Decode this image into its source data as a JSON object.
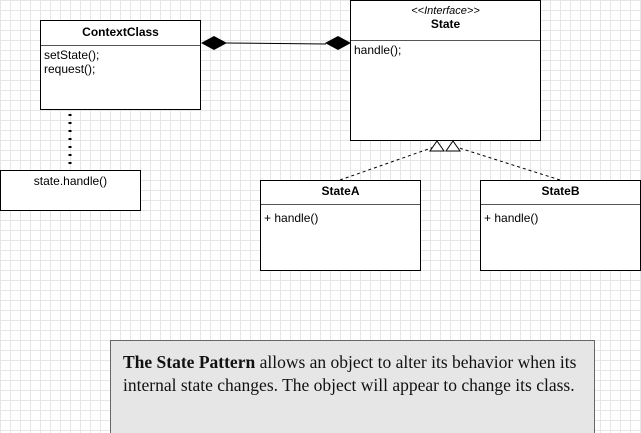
{
  "context_class": {
    "name": "ContextClass",
    "methods": [
      "setState();",
      "request();"
    ]
  },
  "state_interface": {
    "stereotype": "<<Interface>>",
    "name": "State",
    "methods": [
      "handle();"
    ]
  },
  "state_a": {
    "name": "StateA",
    "methods": [
      "+ handle()"
    ]
  },
  "state_b": {
    "name": "StateB",
    "methods": [
      "+ handle()"
    ]
  },
  "note": {
    "text": "state.handle()"
  },
  "description": {
    "title": "The State Pattern",
    "text": " allows an object to alter its behavior when its internal state changes.  The object will appear to change its class."
  }
}
